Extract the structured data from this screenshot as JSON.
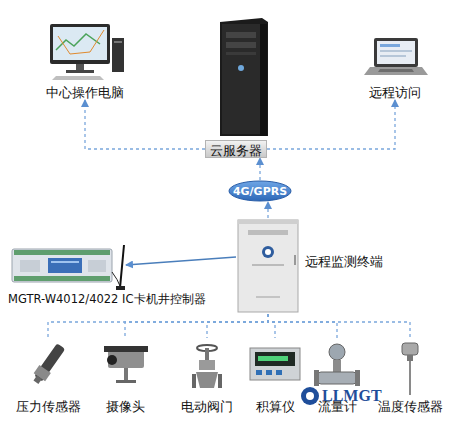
{
  "diagram": {
    "nodes": [
      {
        "text": [
          "中心操作电脑"
        ]
      },
      {
        "text": [
          "远程访问"
        ]
      },
      {
        "text": [
          "云服务器"
        ]
      },
      {
        "text": [
          "4G/GPRS"
        ]
      },
      {
        "text": [
          "远程监测终端"
        ]
      },
      {
        "text": [
          "MGTR-W4012/4022 IC卡机井控制器"
        ]
      },
      {
        "text": [
          "压力传感器"
        ]
      },
      {
        "text": [
          "摄像头"
        ]
      },
      {
        "text": [
          "电动阀门"
        ]
      },
      {
        "text": [
          "积算仪"
        ]
      },
      {
        "text": [
          "流量计"
        ]
      },
      {
        "text": [
          "温度传感器"
        ]
      }
    ],
    "edges": [
      {
        "from": 2,
        "to": 0,
        "arrow": "to"
      },
      {
        "from": 2,
        "to": 1,
        "arrow": "to"
      },
      {
        "from": 3,
        "to": 2,
        "arrow": "to"
      },
      {
        "from": 4,
        "to": 3,
        "arrow": "to"
      },
      {
        "from": 4,
        "to": 5,
        "arrow": "to"
      },
      {
        "from": 4,
        "to": 6,
        "arrow": "none"
      },
      {
        "from": 4,
        "to": 7,
        "arrow": "none"
      },
      {
        "from": 4,
        "to": 8,
        "arrow": "none"
      },
      {
        "from": 4,
        "to": 9,
        "arrow": "none"
      },
      {
        "from": 4,
        "to": 10,
        "arrow": "none"
      },
      {
        "from": 4,
        "to": 11,
        "arrow": "none"
      }
    ],
    "labels": [
      "LLMGT"
    ]
  }
}
